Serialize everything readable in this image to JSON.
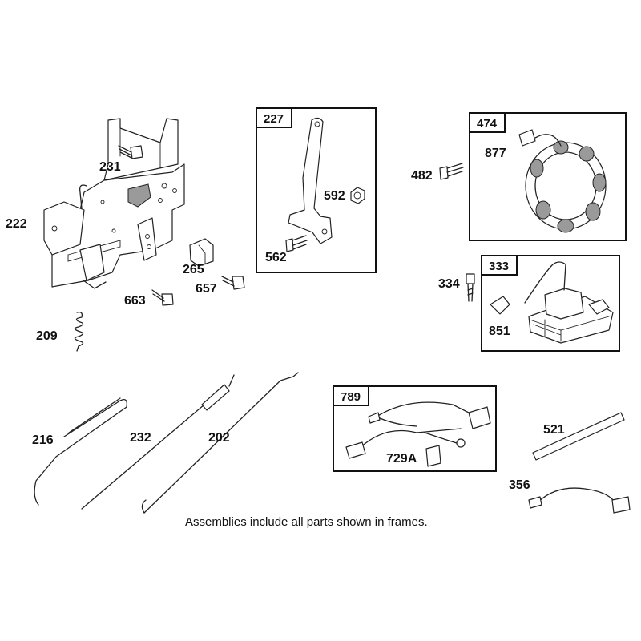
{
  "footer_note": "Assemblies include all parts shown in frames.",
  "frames": {
    "f227": "227",
    "f474": "474",
    "f333": "333",
    "f789": "789"
  },
  "parts": {
    "p231": "231",
    "p222": "222",
    "p265": "265",
    "p657": "657",
    "p663": "663",
    "p209": "209",
    "p592": "592",
    "p562": "562",
    "p482": "482",
    "p877": "877",
    "p334": "334",
    "p851": "851",
    "p216": "216",
    "p232": "232",
    "p202": "202",
    "p729A": "729A",
    "p521": "521",
    "p356": "356"
  }
}
